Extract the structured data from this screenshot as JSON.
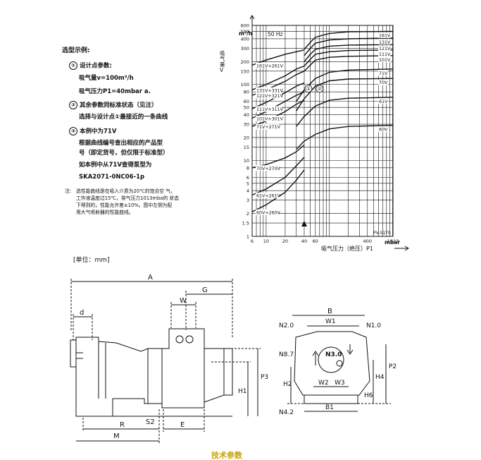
{
  "selection": {
    "title": "选型示例:",
    "step1": {
      "num": "①",
      "label": "设计点参数:"
    },
    "flow": "吸气量v=100m³/h",
    "pressure": "吸气压力P1=40mbar a.",
    "step2": {
      "num": "②",
      "label": "其余参数同标准状态（见注）"
    },
    "step2_detail": "选择与设计点①最接近的一条曲线",
    "step3": {
      "num": "③",
      "label": "本例中为71V"
    },
    "step3_d1": "根据曲线编号查出相应的产品型",
    "step3_d2": "号（即定货号，但仅限于标准型）",
    "step3_d3": "如本例中从71V查得泵型为",
    "model": "SKA2071-0NC06-1p"
  },
  "note": {
    "prefix": "注:",
    "lines": [
      "选性能曲线是在吸入介质为20℃的饱合空 气，",
      "工作液温度过15℃，排气压力1013mba的 状态",
      "下得到的，性能允许差±10%。图中左侧为配",
      "用大气喷射器的性能曲线。"
    ]
  },
  "chart_data": {
    "type": "line",
    "title": "",
    "frequency_label": "50 Hz",
    "ylabel_unit": "m³/h",
    "ylabel": "吸气量V",
    "xlabel": "吸气压力（绝压）P1",
    "x_unit": "mbar",
    "code_label": "PV-5170",
    "x_scale": "log",
    "y_scale": "log",
    "xlim": [
      6,
      1013
    ],
    "ylim": [
      1,
      600
    ],
    "x_ticks": [
      6,
      10,
      20,
      40,
      60,
      100,
      200,
      400,
      1013
    ],
    "x_tick_labels": [
      "6",
      "10",
      "20",
      "40",
      "60",
      "",
      "",
      "400",
      "1013"
    ],
    "y_ticks": [
      1,
      1.5,
      2,
      3,
      4,
      5,
      6,
      8,
      10,
      15,
      20,
      30,
      40,
      50,
      60,
      80,
      100,
      150,
      200,
      300,
      400,
      500,
      600
    ],
    "y_tick_labels": [
      "1",
      "1.5",
      "2",
      "3",
      "4",
      "5",
      "6",
      "8",
      "10",
      "15",
      "20",
      "30",
      "40",
      "50",
      "60",
      "80",
      "100",
      "150",
      "200",
      "300",
      "400",
      "500",
      "600"
    ],
    "grid": true,
    "markers": [
      {
        "label": "①",
        "x": 40,
        "y": 100
      },
      {
        "label": "②",
        "x": 60,
        "y": 100
      }
    ],
    "arrow_x": 40,
    "series": [
      {
        "name": "161V",
        "points": [
          [
            40,
            290
          ],
          [
            50,
            360
          ],
          [
            60,
            420
          ],
          [
            100,
            470
          ],
          [
            200,
            495
          ],
          [
            1013,
            500
          ]
        ]
      },
      {
        "name": "131V",
        "points": [
          [
            40,
            240
          ],
          [
            50,
            300
          ],
          [
            60,
            350
          ],
          [
            100,
            385
          ],
          [
            200,
            400
          ],
          [
            1013,
            410
          ]
        ]
      },
      {
        "name": "121V",
        "points": [
          [
            40,
            200
          ],
          [
            50,
            250
          ],
          [
            60,
            290
          ],
          [
            100,
            320
          ],
          [
            200,
            330
          ],
          [
            1013,
            335
          ]
        ]
      },
      {
        "name": "111V",
        "points": [
          [
            40,
            175
          ],
          [
            50,
            215
          ],
          [
            60,
            250
          ],
          [
            100,
            270
          ],
          [
            200,
            280
          ],
          [
            1013,
            285
          ]
        ]
      },
      {
        "name": "101V",
        "points": [
          [
            40,
            150
          ],
          [
            50,
            180
          ],
          [
            60,
            210
          ],
          [
            100,
            228
          ],
          [
            200,
            235
          ],
          [
            1013,
            240
          ]
        ]
      },
      {
        "name": "71V",
        "points": [
          [
            30,
            60
          ],
          [
            40,
            85
          ],
          [
            60,
            120
          ],
          [
            100,
            145
          ],
          [
            200,
            155
          ],
          [
            1013,
            160
          ]
        ]
      },
      {
        "name": "70V",
        "points": [
          [
            30,
            45
          ],
          [
            40,
            65
          ],
          [
            60,
            95
          ],
          [
            100,
            112
          ],
          [
            200,
            118
          ],
          [
            1013,
            120
          ]
        ]
      },
      {
        "name": "61V",
        "points": [
          [
            30,
            28
          ],
          [
            40,
            38
          ],
          [
            60,
            52
          ],
          [
            100,
            62
          ],
          [
            200,
            66
          ],
          [
            1013,
            68
          ]
        ]
      },
      {
        "name": "60V",
        "points": [
          [
            30,
            14
          ],
          [
            40,
            18
          ],
          [
            60,
            22
          ],
          [
            100,
            26
          ],
          [
            200,
            28
          ],
          [
            1013,
            29
          ]
        ]
      },
      {
        "name": "161V+261V",
        "points": [
          [
            6,
            180
          ],
          [
            10,
            210
          ],
          [
            20,
            250
          ],
          [
            30,
            270
          ],
          [
            40,
            285
          ]
        ]
      },
      {
        "name": "131V+331V",
        "points": [
          [
            6,
            85
          ],
          [
            10,
            100
          ],
          [
            20,
            130
          ],
          [
            30,
            160
          ],
          [
            40,
            175
          ]
        ]
      },
      {
        "name": "121V+321V",
        "points": [
          [
            6,
            72
          ],
          [
            10,
            85
          ],
          [
            20,
            110
          ],
          [
            30,
            135
          ],
          [
            40,
            150
          ]
        ]
      },
      {
        "name": "111V+311V",
        "points": [
          [
            6,
            48
          ],
          [
            10,
            58
          ],
          [
            20,
            78
          ],
          [
            30,
            95
          ],
          [
            40,
            105
          ]
        ]
      },
      {
        "name": "101V+301V",
        "points": [
          [
            6,
            36
          ],
          [
            10,
            44
          ],
          [
            20,
            60
          ],
          [
            30,
            72
          ],
          [
            40,
            80
          ]
        ]
      },
      {
        "name": "71V+271V",
        "points": [
          [
            6,
            28
          ],
          [
            10,
            33
          ],
          [
            20,
            44
          ],
          [
            30,
            55
          ],
          [
            40,
            62
          ]
        ]
      },
      {
        "name": "70V+270V",
        "points": [
          [
            6,
            8
          ],
          [
            10,
            8.8
          ],
          [
            20,
            10.8
          ],
          [
            30,
            13
          ],
          [
            40,
            16
          ]
        ]
      },
      {
        "name": "61V+261V",
        "points": [
          [
            6,
            3.5
          ],
          [
            10,
            4.2
          ],
          [
            20,
            6
          ],
          [
            30,
            8.5
          ],
          [
            40,
            11
          ]
        ]
      },
      {
        "name": "60V+260V",
        "points": [
          [
            6,
            2.1
          ],
          [
            10,
            2.6
          ],
          [
            20,
            3.8
          ],
          [
            30,
            5.5
          ],
          [
            40,
            7.5
          ]
        ]
      }
    ]
  },
  "drawing": {
    "unit_label": "[单位：mm]",
    "dims": {
      "A": "A",
      "G": "G",
      "W": "W",
      "d": "d",
      "H1": "H1",
      "P3": "P3",
      "R": "R",
      "M": "M",
      "S2": "S2",
      "E": "E",
      "B": "B",
      "W1": "W1",
      "N2_0": "N2.0",
      "N1_0": "N1.0",
      "N8_7": "N8.7",
      "N3_0": "N3.0",
      "W2": "W2",
      "W3": "W3",
      "H2": "H2",
      "H4": "H4",
      "P2": "P2",
      "H6": "H6",
      "B1": "B1",
      "N4_2": "N4.2"
    }
  },
  "footer": {
    "label": "技术参数"
  }
}
